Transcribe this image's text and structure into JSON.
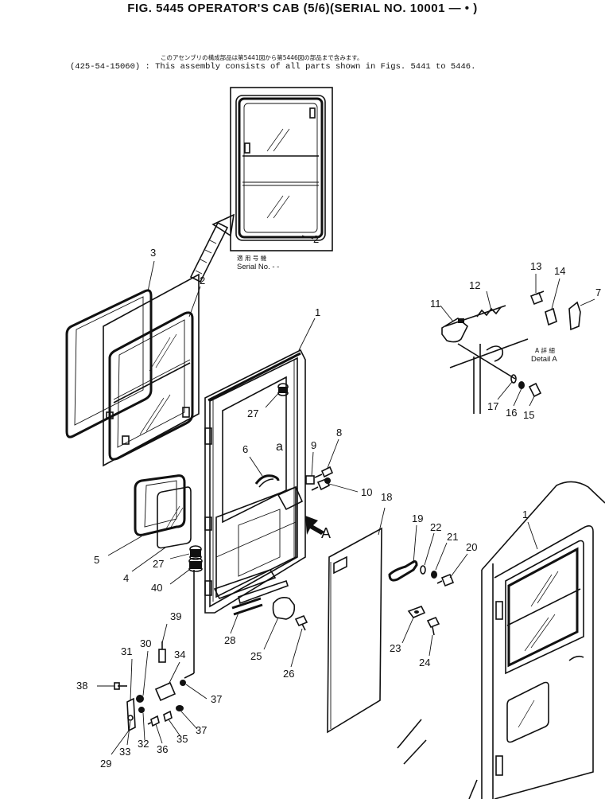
{
  "header": {
    "title": "FIG. 5445  OPERATOR'S CAB (5/6)(SERIAL NO. 10001 —  •  )",
    "note_jp": "このアセンブリの構成部品は第5441図から第5446図の部品まで含みます。",
    "note_en": "(425-54-15060) : This assembly consists of all parts shown in Figs. 5441 to 5446."
  },
  "labels": {
    "serial_jp": "適 用 号 機",
    "serial_en": "Serial No.  -  -",
    "detail_jp": "A  詳  細",
    "detail_en": "Detail  A",
    "view_a": "A",
    "detail_a": "a"
  },
  "callouts": [
    {
      "id": "c2-top",
      "text": "2"
    },
    {
      "id": "c3",
      "text": "3"
    },
    {
      "id": "c2",
      "text": "2"
    },
    {
      "id": "c1",
      "text": "1"
    },
    {
      "id": "c27a",
      "text": "27"
    },
    {
      "id": "c6",
      "text": "6"
    },
    {
      "id": "c9",
      "text": "9"
    },
    {
      "id": "c8",
      "text": "8"
    },
    {
      "id": "c10",
      "text": "10"
    },
    {
      "id": "c5",
      "text": "5"
    },
    {
      "id": "c4",
      "text": "4"
    },
    {
      "id": "c27b",
      "text": "27"
    },
    {
      "id": "c40",
      "text": "40"
    },
    {
      "id": "c18",
      "text": "18"
    },
    {
      "id": "c19",
      "text": "19"
    },
    {
      "id": "c22",
      "text": "22"
    },
    {
      "id": "c21",
      "text": "21"
    },
    {
      "id": "c20",
      "text": "20"
    },
    {
      "id": "c1b",
      "text": "1"
    },
    {
      "id": "c13",
      "text": "13"
    },
    {
      "id": "c14",
      "text": "14"
    },
    {
      "id": "c12",
      "text": "12"
    },
    {
      "id": "c11",
      "text": "11"
    },
    {
      "id": "c7",
      "text": "7"
    },
    {
      "id": "c17",
      "text": "17"
    },
    {
      "id": "c16",
      "text": "16"
    },
    {
      "id": "c15",
      "text": "15"
    },
    {
      "id": "c39",
      "text": "39"
    },
    {
      "id": "c30",
      "text": "30"
    },
    {
      "id": "c31",
      "text": "31"
    },
    {
      "id": "c34",
      "text": "34"
    },
    {
      "id": "c28",
      "text": "28"
    },
    {
      "id": "c25",
      "text": "25"
    },
    {
      "id": "c26",
      "text": "26"
    },
    {
      "id": "c23",
      "text": "23"
    },
    {
      "id": "c24",
      "text": "24"
    },
    {
      "id": "c38",
      "text": "38"
    },
    {
      "id": "c37a",
      "text": "37"
    },
    {
      "id": "c37b",
      "text": "37"
    },
    {
      "id": "c35",
      "text": "35"
    },
    {
      "id": "c36",
      "text": "36"
    },
    {
      "id": "c32",
      "text": "32"
    },
    {
      "id": "c33",
      "text": "33"
    },
    {
      "id": "c29",
      "text": "29"
    }
  ]
}
